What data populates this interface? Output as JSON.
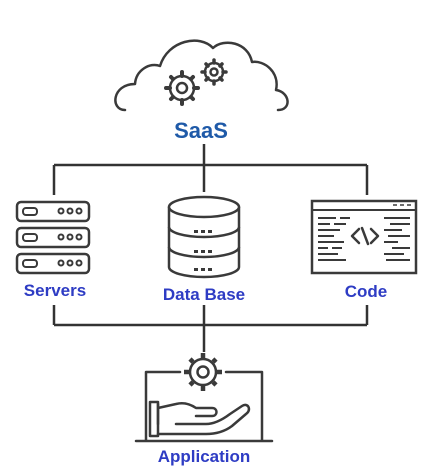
{
  "nodes": {
    "saas": {
      "label": "SaaS",
      "icon": "cloud-gears-icon"
    },
    "servers": {
      "label": "Servers",
      "icon": "server-rack-icon"
    },
    "database": {
      "label": "Data Base",
      "icon": "database-icon"
    },
    "code": {
      "label": "Code",
      "icon": "code-window-icon"
    },
    "application": {
      "label": "Application",
      "icon": "hand-gear-icon"
    }
  },
  "colors": {
    "line": "#333333",
    "saas_label": "#1f5aa8",
    "node_label": "#2e3cc4"
  }
}
